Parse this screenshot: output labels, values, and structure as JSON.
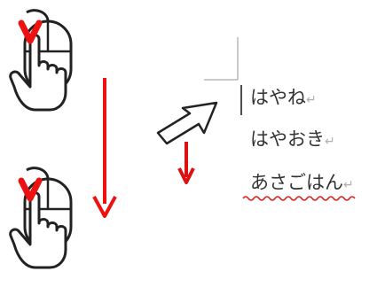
{
  "mouse_hand_icon_top": "mouse-hand-icon",
  "mouse_hand_icon_bottom": "mouse-hand-icon",
  "scroll_arrow_color": "#ee1111",
  "red_accent_color": "#dd1111",
  "document": {
    "lines": [
      {
        "text": "はやね",
        "mark": "↵"
      },
      {
        "text": "はやおき",
        "mark": "↵"
      },
      {
        "text": "あさごはん",
        "mark": "↵"
      }
    ]
  }
}
